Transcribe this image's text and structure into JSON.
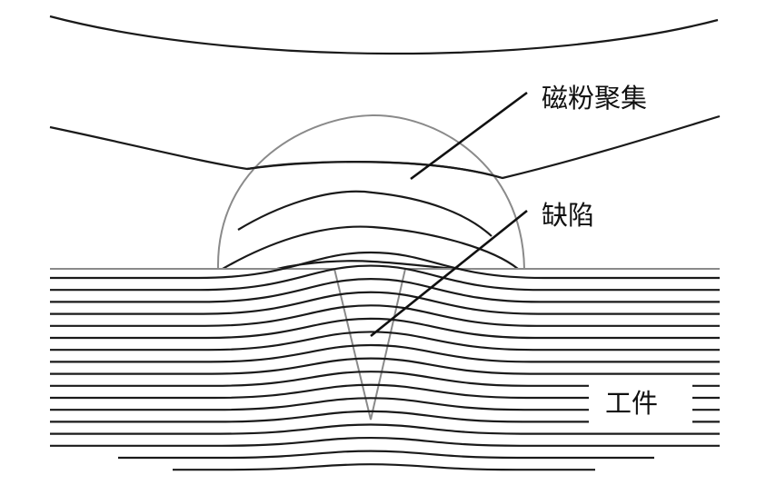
{
  "labels": {
    "accumulation": "磁粉聚集",
    "defect": "缺陷",
    "workpiece": "工件"
  },
  "colors": {
    "field_line": "#1a1a1a",
    "outline": "#8a8a8a",
    "background": "#ffffff"
  }
}
